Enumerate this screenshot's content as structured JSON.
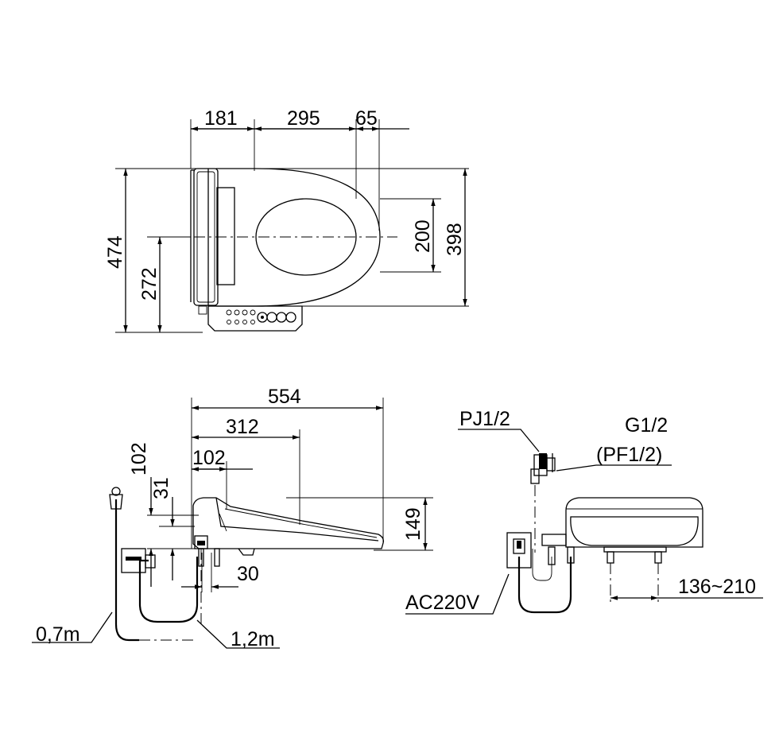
{
  "diagram": {
    "top_view": {
      "widths": [
        "181",
        "295",
        "65"
      ],
      "heights": [
        "474",
        "272",
        "200",
        "398"
      ]
    },
    "side_view": {
      "lengths": [
        "554",
        "312",
        "102"
      ],
      "heights": [
        "102",
        "31",
        "149"
      ],
      "offset": "30",
      "cables": [
        "0,7m",
        "1,2m"
      ]
    },
    "install_view": {
      "fittings": [
        "PJ1/2",
        "G1/2",
        "(PF1/2)"
      ],
      "power": "AC220V",
      "range": "136~210"
    }
  }
}
